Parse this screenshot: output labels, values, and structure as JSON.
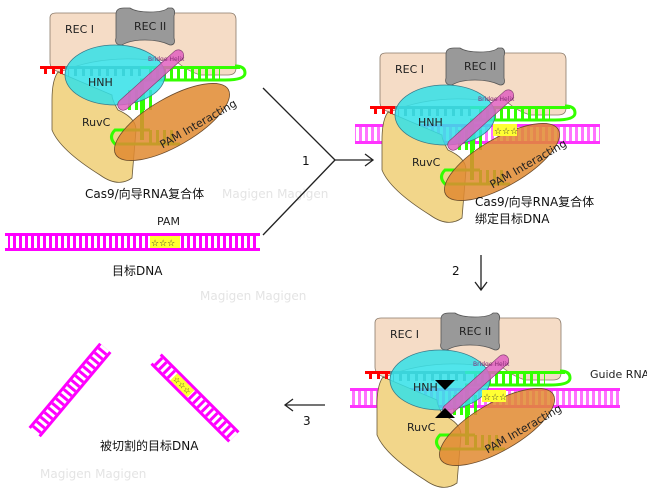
{
  "labels": {
    "rec1": "REC I",
    "rec2": "REC II",
    "hnh": "HNH",
    "bridge_helix": "Bridge Helix",
    "ruvc": "RuvC",
    "pam_interacting": "PAM Interacting",
    "guide_rna": "Guide RNA",
    "pam": "PAM"
  },
  "captions": {
    "complex": "Cas9/向导RNA复合体",
    "bound_line1": "Cas9/向导RNA复合体",
    "bound_line2": "绑定目标DNA",
    "target_dna": "目标DNA",
    "cleaved_dna": "被切割的目标DNA"
  },
  "steps": [
    "1",
    "2",
    "3"
  ],
  "watermark": "Magigen Magigen",
  "colors": {
    "dna": "#ff00ff",
    "guide_rna": "#33ff00",
    "rna_tip": "#ff0000",
    "rec1": "#f5dcc6",
    "rec2": "#999999",
    "hnh": "#33e0e8",
    "bridge_helix": "#e060c0",
    "ruvc": "#f2d68a",
    "pam_interacting": "#e08a30",
    "pam_box": "#ffff33"
  }
}
